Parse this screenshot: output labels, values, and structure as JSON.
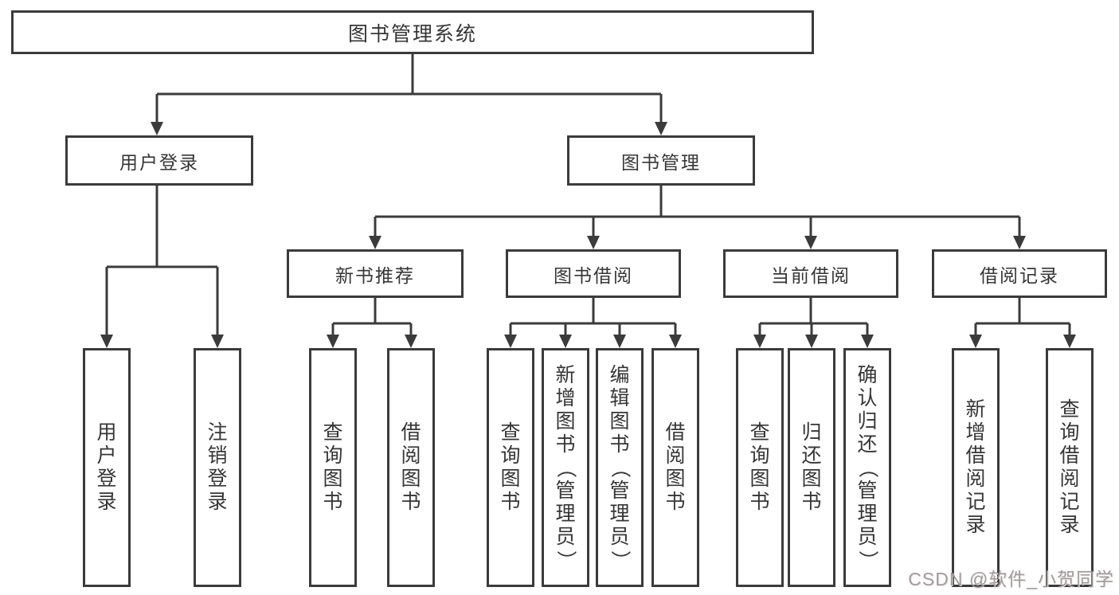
{
  "diagram": {
    "root": "图书管理系统",
    "level2": {
      "user_login": "用户登录",
      "book_management": "图书管理"
    },
    "level3": {
      "new_book_recommend": "新书推荐",
      "book_borrow": "图书借阅",
      "current_borrow": "当前借阅",
      "borrow_record": "借阅记录"
    },
    "leaves": {
      "user_login": [
        "用户登录",
        "注销登录"
      ],
      "new_book_recommend": [
        "查询图书",
        "借阅图书"
      ],
      "book_borrow": [
        "查询图书",
        "新增图书（管理员）",
        "编辑图书（管理员）",
        "借阅图书"
      ],
      "current_borrow": [
        "查询图书",
        "归还图书",
        "确认归还（管理员）"
      ],
      "borrow_record": [
        "新增借阅记录",
        "查询借阅记录"
      ]
    }
  },
  "watermark": "CSDN @软件_小贺同学",
  "colors": {
    "line": "#3b3b3b",
    "box_border": "#3b3b3b",
    "text": "#363636",
    "background": "#ffffff",
    "watermark": "#9b9494"
  }
}
